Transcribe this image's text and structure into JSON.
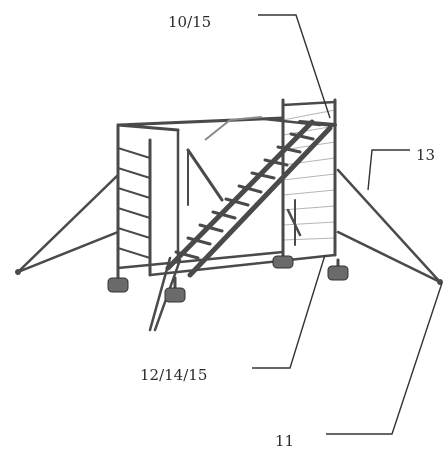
{
  "figure": {
    "callouts": [
      {
        "id": "c1",
        "label": "10/15"
      },
      {
        "id": "c2",
        "label": "13"
      },
      {
        "id": "c3",
        "label": "12/14/15"
      },
      {
        "id": "c4",
        "label": "11"
      }
    ]
  }
}
